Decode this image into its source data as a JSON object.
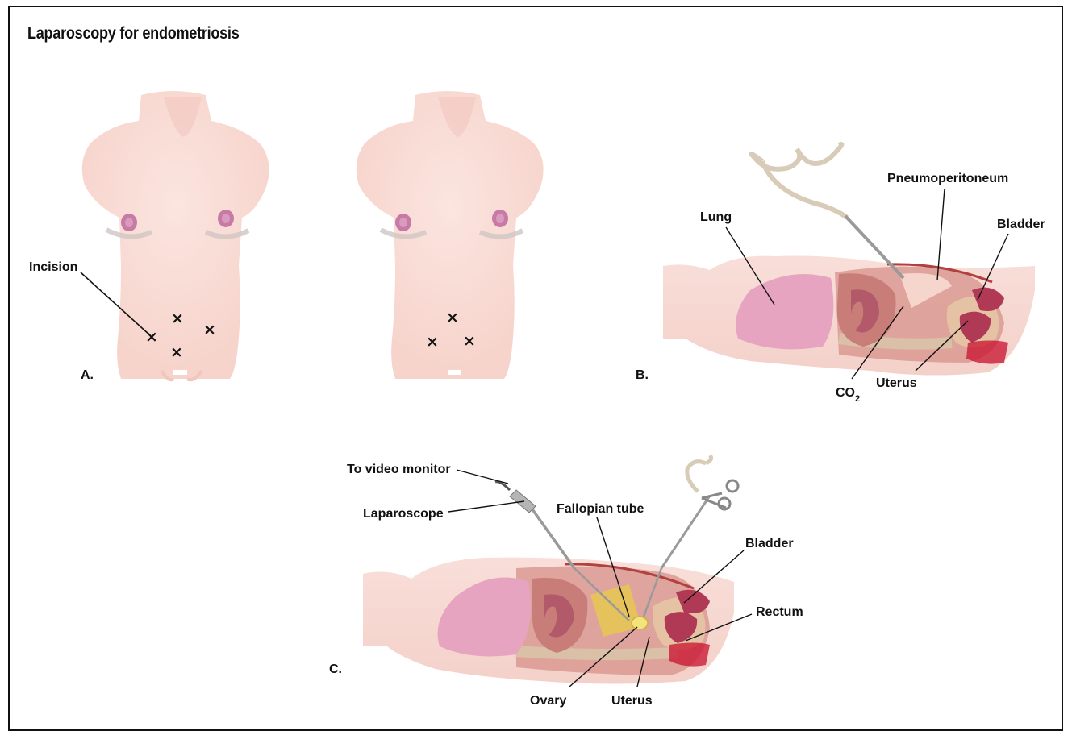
{
  "title": "Laparoscopy for endometriosis",
  "panels": {
    "a": {
      "letter": "A.",
      "incision_label": "Incision"
    },
    "b": {
      "letter": "B.",
      "labels": {
        "lung": "Lung",
        "pneumoperitoneum": "Pneumoperitoneum",
        "bladder": "Bladder",
        "uterus": "Uterus",
        "co2_main": "CO",
        "co2_sub": "2"
      }
    },
    "c": {
      "letter": "C.",
      "labels": {
        "video_monitor": "To video monitor",
        "laparoscope": "Laparoscope",
        "fallopian_tube": "Fallopian tube",
        "bladder": "Bladder",
        "rectum": "Rectum",
        "ovary": "Ovary",
        "uterus": "Uterus"
      }
    }
  },
  "colors": {
    "skin": "#f9dcd6",
    "skin_dark": "#efc6bd",
    "nipple": "#c77aa6",
    "lung": "#e7a4c0",
    "cavity": "#d8968e",
    "organ": "#b03a55",
    "instrument": "#9a9a9a",
    "gas_yellow": "#e6c25c"
  }
}
